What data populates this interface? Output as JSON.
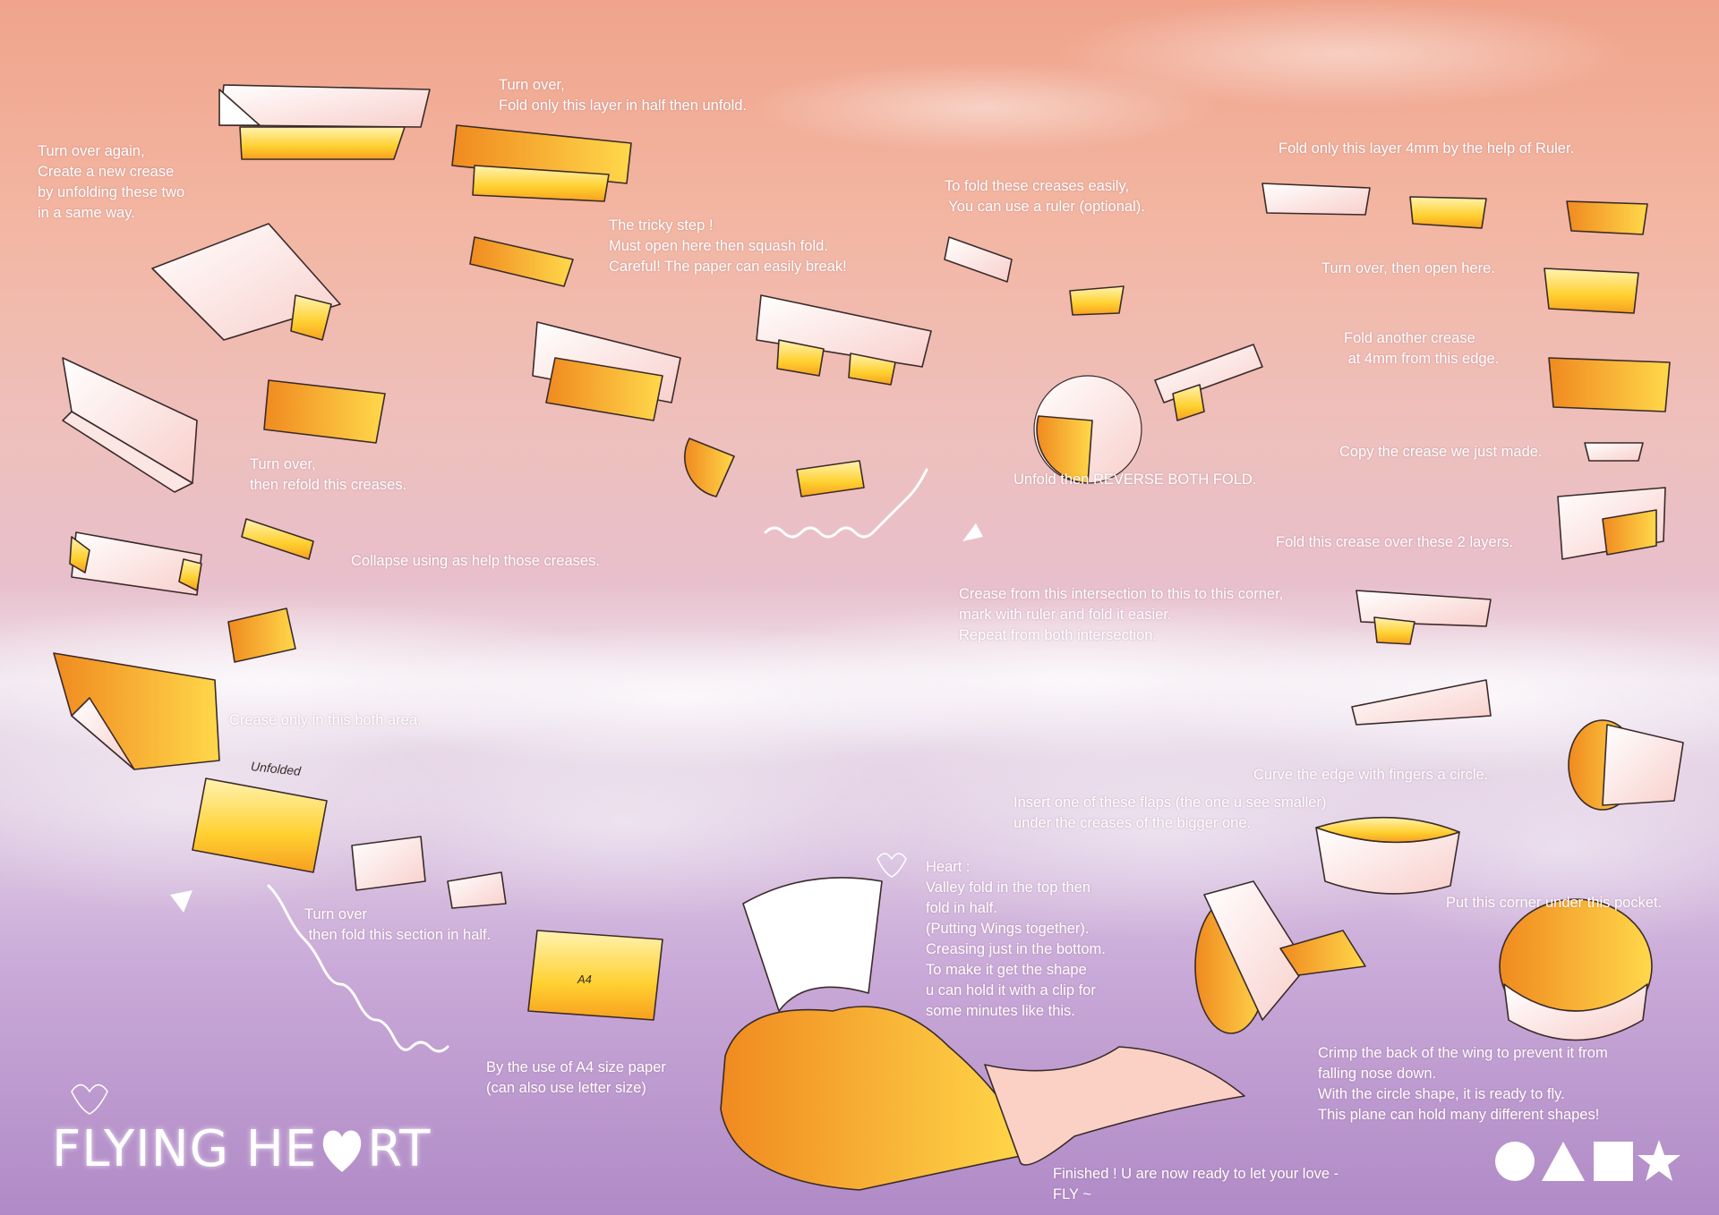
{
  "title": {
    "before_heart": "FLYING HE",
    "after_heart": "RT",
    "heart_icon": "heart-icon"
  },
  "colors": {
    "paper_yellow": "#ffd030",
    "paper_orange": "#f08a20",
    "paper_pink": "#fbd9d6",
    "sketch_line": "#3a2a2a",
    "label_text": "#ffffff"
  },
  "steps": {
    "turn_over_fold_half_unfold": "Turn over,\nFold only this layer in half then unfold.",
    "turn_over_again": "Turn over again,\nCreate a new crease\nby unfolding these two\nin a same way.",
    "tricky_step": "The tricky step !\nMust open here then squash fold.\nCareful! The paper can easily break!",
    "ruler_optional": "To fold these creases easily,\n You can use a ruler (optional).",
    "fold_4mm_ruler": "Fold only this layer 4mm by the help of Ruler.",
    "turn_over_open_here": "Turn over, then open here.",
    "fold_another_crease": "Fold another crease\n at 4mm from this edge.",
    "copy_crease": "Copy the crease we just made.",
    "fold_over_2_layers": "Fold this crease over these 2 layers.",
    "turn_over_refold": "Turn over,\nthen refold this creases.",
    "unfold_reverse": "Unfold then REVERSE BOTH FOLD.",
    "collapse": "Collapse using as help those creases.",
    "crease_intersection": "Crease from this intersection to this to this corner,\nmark with ruler and fold it easier.\nRepeat from both intersection.",
    "crease_both_area": "Crease only in this both area.",
    "curve_edge": "Curve the edge with fingers a circle.",
    "insert_flap": "Insert one of these flaps (the one u see smaller)\nunder the creases of the bigger one.",
    "put_corner": "Put this corner under this pocket.",
    "heart_step": "Heart :\nValley fold in the top then\nfold in half.\n(Putting Wings together).\nCreasing just in the bottom.\nTo make it get the shape\nu can hold it with a clip for\nsome minutes like this.",
    "turn_over_fold_section": "Turn over\n then fold this section in half.",
    "a4_paper": "By the use of A4 size paper\n(can also use letter size)",
    "crimp_back": "Crimp the back of the wing to prevent it from\nfalling nose down.\nWith the circle shape, it is ready to fly.\nThis plane can hold many different shapes!",
    "finished": "Finished ! U are now ready to let your love -\nFLY ~"
  },
  "sketch_notes": {
    "unfolded": "Unfolded",
    "a4": "A4"
  },
  "logo_shapes": [
    "circle-icon",
    "triangle-icon",
    "square-icon",
    "star-icon"
  ]
}
